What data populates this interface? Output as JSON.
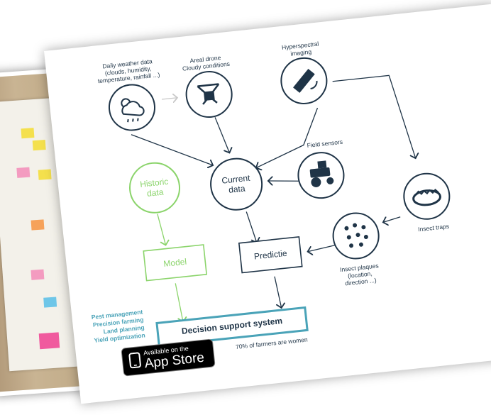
{
  "colors": {
    "navy": "#1f3447",
    "green": "#8bd46b",
    "teal": "#4aa3b8",
    "app_store_badge": "#000000"
  },
  "nodes": {
    "weather_label": "Daily weather data\n(clouds, humidity,\ntemperature, rainfall ...)",
    "drone_label": "Areal drone\nCloudy conditions",
    "hyperspectral_label": "Hyperspectral\nimaging",
    "field_sensors_label": "Field sensors",
    "current_data": "Current\ndata",
    "historic_data": "Historic\ndata",
    "model": "Model",
    "predictie": "Predictie",
    "insect_plaques_label": "Insect plaques\n(location,\ndirection ...)",
    "insect_traps_label": "Insect traps",
    "decision_support": "Decision support system"
  },
  "applications": [
    "Pest management",
    "Precision farming",
    "Land planning",
    "Yield optimization"
  ],
  "footnote": "70% of farmers are women",
  "badge": {
    "small": "Available on the",
    "big": "App Store"
  },
  "icons": [
    "weather-icon",
    "drone-icon",
    "satellite-icon",
    "tractor-icon",
    "insects-icon",
    "trap-icon"
  ]
}
